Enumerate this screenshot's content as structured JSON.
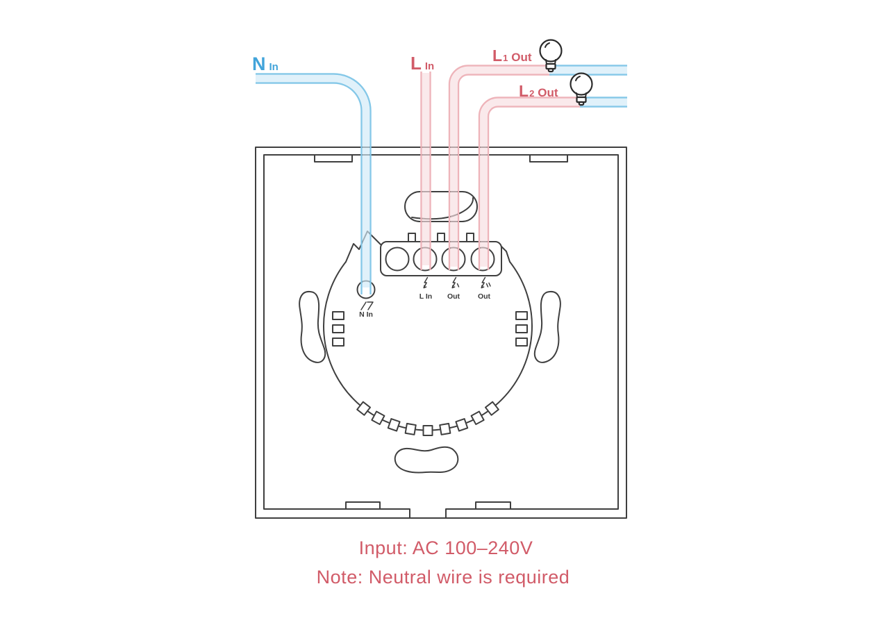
{
  "diagram": {
    "wire_labels": {
      "n_in": {
        "main": "N",
        "suffix": "In"
      },
      "l_in": {
        "main": "L",
        "suffix": "In"
      },
      "l1_out": {
        "main": "L",
        "sub": "1",
        "suffix": "Out"
      },
      "l2_out": {
        "main": "L",
        "sub": "2",
        "suffix": "Out"
      }
    },
    "terminal_labels": {
      "n_in": "N In",
      "l_in": "L In",
      "out1": "Out",
      "out2": "Out"
    },
    "footer": {
      "input": "Input: AC 100–240V",
      "note": "Note: Neutral wire is required"
    },
    "colors": {
      "line": "#3f3f3f",
      "bulb_line": "#2a2a2a",
      "wire_blue": "#85c8e8",
      "wire_blue_fill": "#cfe9f7",
      "wire_pink": "#eeb4ba",
      "wire_pink_fill": "#f7dde1",
      "text_blue": "#42a4da",
      "text_pink": "#d15b68"
    }
  }
}
